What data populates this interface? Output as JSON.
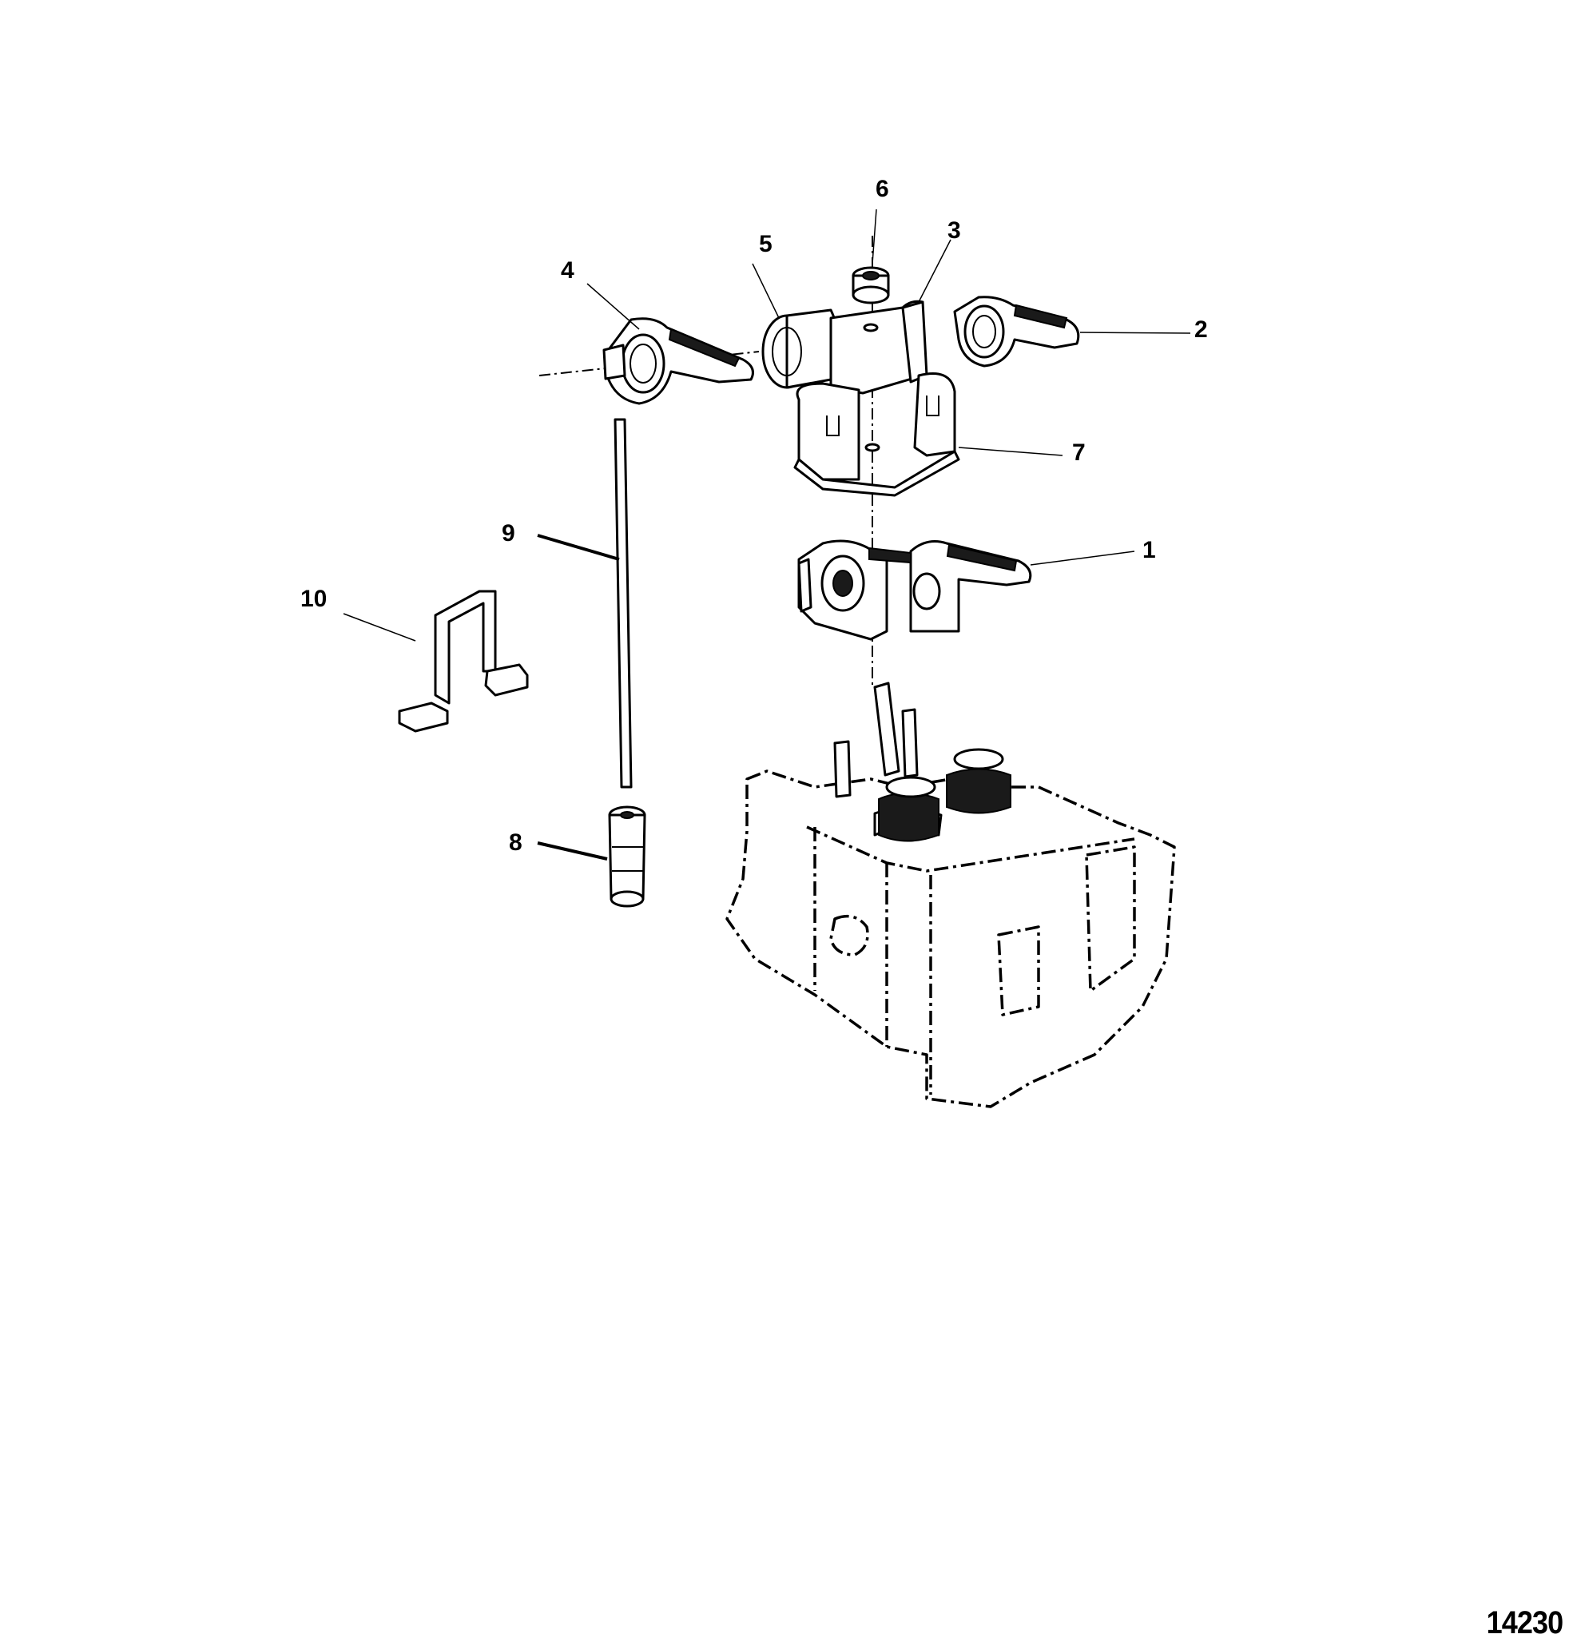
{
  "callouts": [
    {
      "id": "1",
      "label": "1"
    },
    {
      "id": "2",
      "label": "2"
    },
    {
      "id": "3",
      "label": "3"
    },
    {
      "id": "4",
      "label": "4"
    },
    {
      "id": "5",
      "label": "5"
    },
    {
      "id": "6",
      "label": "6"
    },
    {
      "id": "7",
      "label": "7"
    },
    {
      "id": "8",
      "label": "8"
    },
    {
      "id": "9",
      "label": "9"
    },
    {
      "id": "10",
      "label": "10"
    }
  ],
  "figure_id": "14230"
}
